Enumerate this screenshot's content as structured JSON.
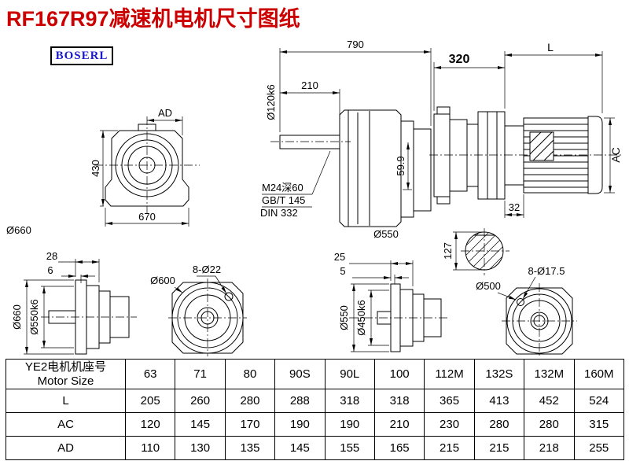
{
  "title": "RF167R97减速机电机尺寸图纸",
  "logo": "BOSERL",
  "colors": {
    "title_red": "#cc0000",
    "logo_blue": "#1a1acd",
    "line_black": "#000000"
  },
  "views": {
    "front": {
      "dim_ad": "AD",
      "dim_height": "430",
      "dim_width": "670",
      "dim_diameter": "Ø660"
    },
    "side": {
      "dim_total_length": "790",
      "dim_shaft_length": "210",
      "dim_shaft_diameter": "Ø120k6",
      "note_thread": "M24深60",
      "note_std1": "GB/T 145",
      "note_std2": "DIN 332",
      "dim_offset": "59.9",
      "dim_body_diameter": "Ø550"
    },
    "motor": {
      "dim_adapter": "320",
      "dim_motor_length": "L",
      "dim_motor_diameter": "AC",
      "dim_step": "32",
      "dim_shaft_section": "127"
    },
    "flange_b5_side": {
      "dim_thickness": "28",
      "dim_spigot_depth": "6",
      "dim_flange_od": "Ø660",
      "dim_spigot": "Ø550k6"
    },
    "flange_b5_front": {
      "dim_bolt_circle": "Ø600",
      "dim_holes": "8-Ø22"
    },
    "flange_small_side": {
      "dim_thickness": "25",
      "dim_spigot_depth": "5",
      "dim_flange_od": "Ø550",
      "dim_spigot": "Ø450k6"
    },
    "flange_small_front": {
      "dim_bolt_circle": "Ø500",
      "dim_holes": "8-Ø17.5"
    }
  },
  "table": {
    "title_cn": "YE2电机机座号",
    "title_en": "Motor Size",
    "columns": [
      "63",
      "71",
      "80",
      "90S",
      "90L",
      "100",
      "112M",
      "132S",
      "132M",
      "160M"
    ],
    "rows": [
      {
        "label": "L",
        "values": [
          "205",
          "260",
          "280",
          "288",
          "318",
          "318",
          "365",
          "413",
          "452",
          "524"
        ]
      },
      {
        "label": "AC",
        "values": [
          "120",
          "145",
          "170",
          "190",
          "190",
          "210",
          "230",
          "280",
          "280",
          "315"
        ]
      },
      {
        "label": "AD",
        "values": [
          "110",
          "130",
          "135",
          "145",
          "155",
          "165",
          "215",
          "215",
          "218",
          "255"
        ]
      }
    ]
  }
}
